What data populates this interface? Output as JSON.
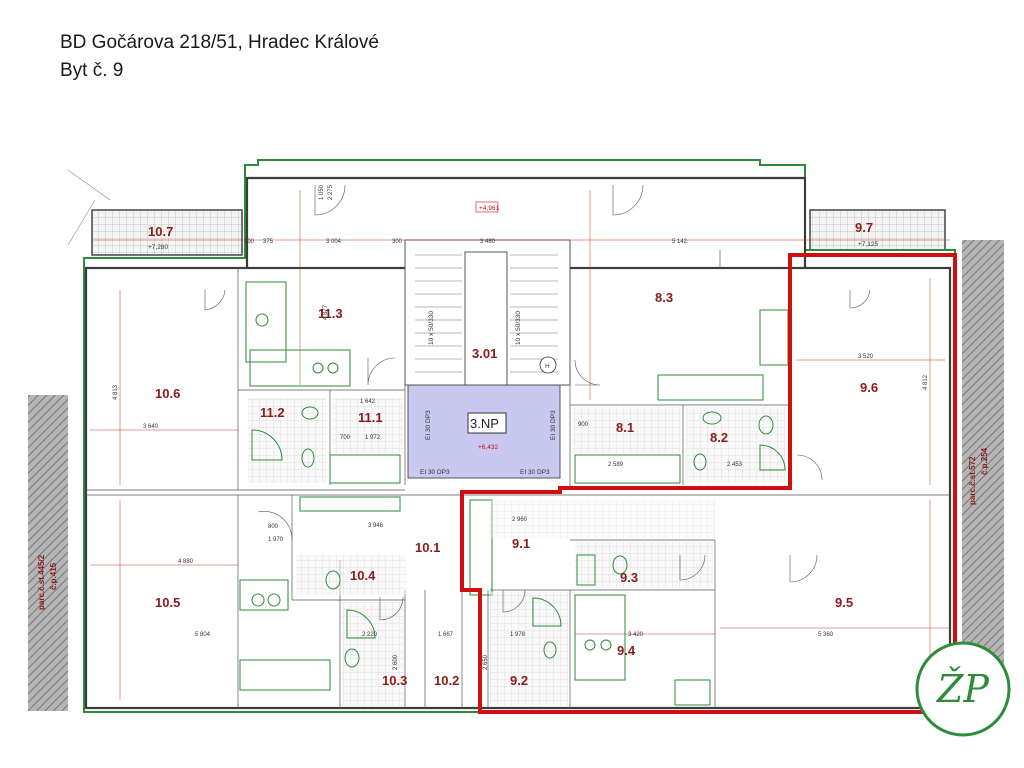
{
  "header": {
    "line1": "BD Gočárova 218/51, Hradec Králové",
    "line2": "Byt č. 9"
  },
  "rooms": {
    "r10_7": "10.7",
    "r9_7": "9.7",
    "r11_3": "11.3",
    "r8_3": "8.3",
    "r3_01": "3.01",
    "r10_6": "10.6",
    "r9_6": "9.6",
    "r11_2": "11.2",
    "r11_1": "11.1",
    "r8_1": "8.1",
    "r8_2": "8.2",
    "r3np": "3.NP",
    "r10_1": "10.1",
    "r9_1": "9.1",
    "r10_4": "10.4",
    "r9_3": "9.3",
    "r10_5": "10.5",
    "r9_5": "9.5",
    "r10_3": "10.3",
    "r10_2": "10.2",
    "r9_2": "9.2",
    "r9_4": "9.4"
  },
  "levels": {
    "top": "+4,961",
    "np": "+6,432",
    "b10_7": "+7,280",
    "b9_7": "+7,125"
  },
  "stair": {
    "left": "10 x 50/330",
    "right": "10 x 50/330",
    "mark": "H"
  },
  "fire": {
    "a": "EI 30 DP3",
    "b": "EI 30 DP3",
    "c": "EI 30 DP3",
    "d": "EI 30 DP3"
  },
  "parcels": {
    "left_a": "parc.č.st.445/2",
    "left_b": "č.p.415",
    "right_a": "parc.č.st.572",
    "right_b": "č.p.254"
  },
  "dims": {
    "d3004": "3 004",
    "d3480": "3 480",
    "d5142": "5 142",
    "d300": "300",
    "d375": "375",
    "d100": "100",
    "d3520": "3 520",
    "d3640": "3 640",
    "d4813": "4 813",
    "d4880": "4 880",
    "d5804": "5 804",
    "d5360": "5 360",
    "d3420": "3 420",
    "d2589": "2 589",
    "d2453": "2 453",
    "d1978": "1 978",
    "d1667": "1 667",
    "d2220": "2 220",
    "d3946": "3 946",
    "d2650": "2 650",
    "d1642": "1 642",
    "d4812": "4 812",
    "d4877": "4 877",
    "d2600": "2 600",
    "d1050": "1 050",
    "d2275": "2 275",
    "d800": "800",
    "d700": "700",
    "d900": "900",
    "d1970": "1 970",
    "d1972": "1 972",
    "d2960": "2 960"
  },
  "logo": {
    "text": "ŽP"
  },
  "colors": {
    "wall": "#3c3c3c",
    "green": "#2e8b3a",
    "red": "#d01010",
    "stair": "#c8c8f0",
    "label": "#8b1a1a"
  }
}
